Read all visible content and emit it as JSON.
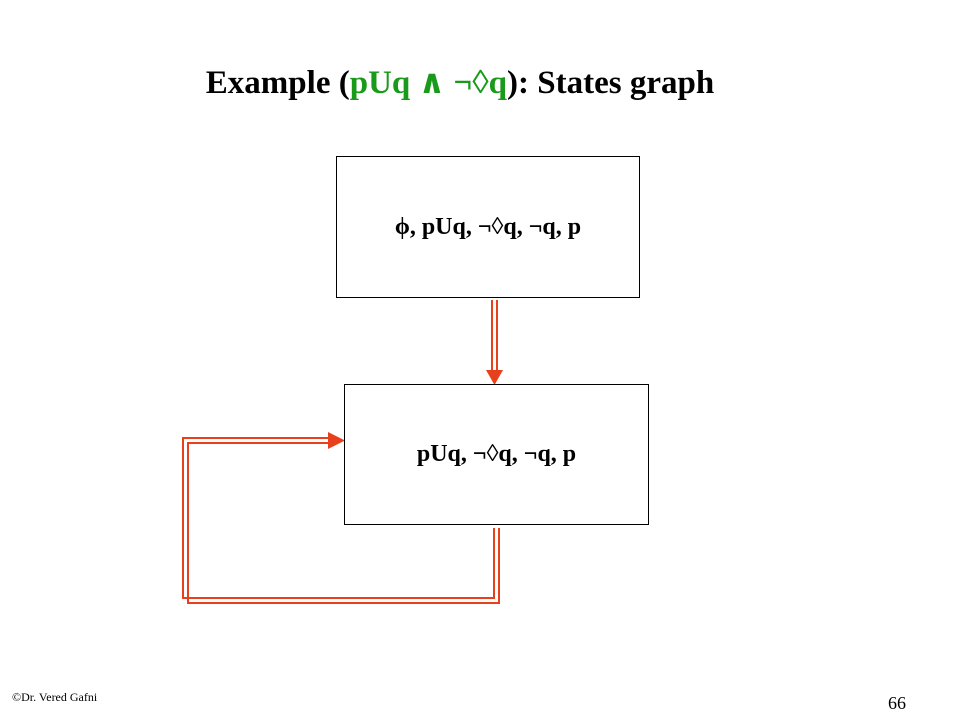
{
  "title": {
    "prefix": "Example (",
    "formula": "pUq  ∧  ¬◊q",
    "suffix": "): States graph",
    "formula_color": "#1a9a1a"
  },
  "states": [
    {
      "label": "ϕ, pUq, ¬◊q, ¬q, p"
    },
    {
      "label": "pUq, ¬◊q, ¬q,  p"
    }
  ],
  "edges": [
    {
      "from": 0,
      "to": 1
    },
    {
      "from": 1,
      "to": 1
    }
  ],
  "edge_color": "#e8401c",
  "footer": {
    "copyright": "©Dr. Vered Gafni",
    "page_number": "66"
  }
}
